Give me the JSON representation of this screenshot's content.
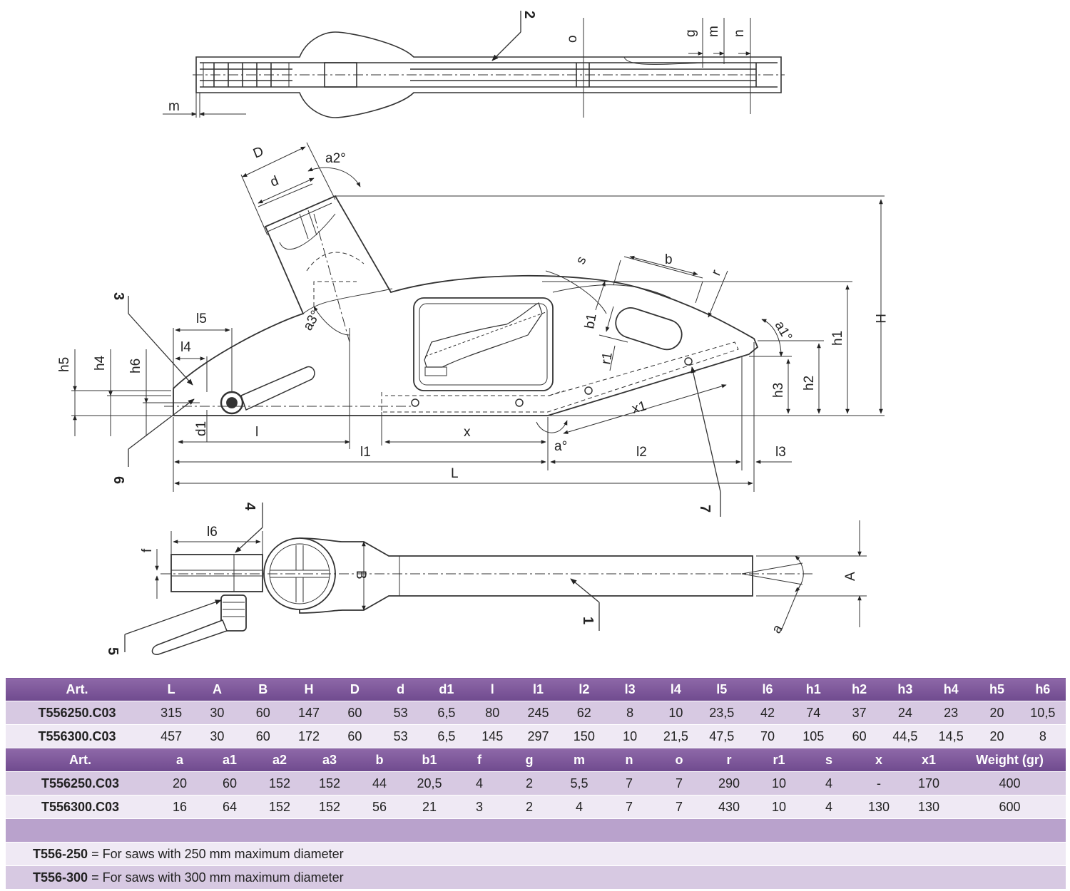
{
  "diagram": {
    "part_numbers": [
      "1",
      "2",
      "3",
      "4",
      "5",
      "6",
      "7"
    ],
    "top_view_labels": {
      "m_left": "m",
      "o": "o",
      "g": "g",
      "m": "m",
      "n": "n"
    },
    "side_view_labels": {
      "D": "D",
      "d": "d",
      "a2": "a2°",
      "a3": "a3°",
      "l5": "l5",
      "l4": "l4",
      "h5": "h5",
      "h4": "h4",
      "h6": "h6",
      "d1": "d1",
      "l": "l",
      "l1": "l1",
      "x": "x",
      "a": "a°",
      "l2": "l2",
      "l3": "l3",
      "L": "L",
      "x1": "x1",
      "s": "s",
      "b": "b",
      "r": "r",
      "b1": "b1",
      "r1": "r1",
      "a1": "a1°",
      "H": "H",
      "h1": "h1",
      "h2": "h2",
      "h3": "h3"
    },
    "bottom_view_labels": {
      "f": "f",
      "l6": "l6",
      "B": "B",
      "A": "A",
      "a": "a"
    }
  },
  "table": {
    "header1": [
      "Art.",
      "L",
      "A",
      "B",
      "H",
      "D",
      "d",
      "d1",
      "l",
      "l1",
      "l2",
      "l3",
      "l4",
      "l5",
      "l6",
      "h1",
      "h2",
      "h3",
      "h4",
      "h5",
      "h6"
    ],
    "rows1": [
      [
        "T556250.C03",
        "315",
        "30",
        "60",
        "147",
        "60",
        "53",
        "6,5",
        "80",
        "245",
        "62",
        "8",
        "10",
        "23,5",
        "42",
        "74",
        "37",
        "24",
        "23",
        "20",
        "10,5"
      ],
      [
        "T556300.C03",
        "457",
        "30",
        "60",
        "172",
        "60",
        "53",
        "6,5",
        "145",
        "297",
        "150",
        "10",
        "21,5",
        "47,5",
        "70",
        "105",
        "60",
        "44,5",
        "14,5",
        "20",
        "8"
      ]
    ],
    "header2": [
      "Art.",
      "a",
      "a1",
      "a2",
      "a3",
      "b",
      "b1",
      "f",
      "g",
      "m",
      "n",
      "o",
      "r",
      "r1",
      "s",
      "x",
      "x1",
      "Weight (gr)"
    ],
    "rows2": [
      [
        "T556250.C03",
        "20",
        "60",
        "152",
        "152",
        "44",
        "20,5",
        "4",
        "2",
        "5,5",
        "7",
        "7",
        "290",
        "10",
        "4",
        "-",
        "170",
        "400"
      ],
      [
        "T556300.C03",
        "16",
        "64",
        "152",
        "152",
        "56",
        "21",
        "3",
        "2",
        "4",
        "7",
        "7",
        "430",
        "10",
        "4",
        "130",
        "130",
        "600"
      ]
    ],
    "notes": [
      {
        "code": "T556-250",
        "text": " = For saws with 250 mm maximum diameter"
      },
      {
        "code": "T556-300",
        "text": " = For saws with 300 mm maximum diameter"
      }
    ]
  }
}
